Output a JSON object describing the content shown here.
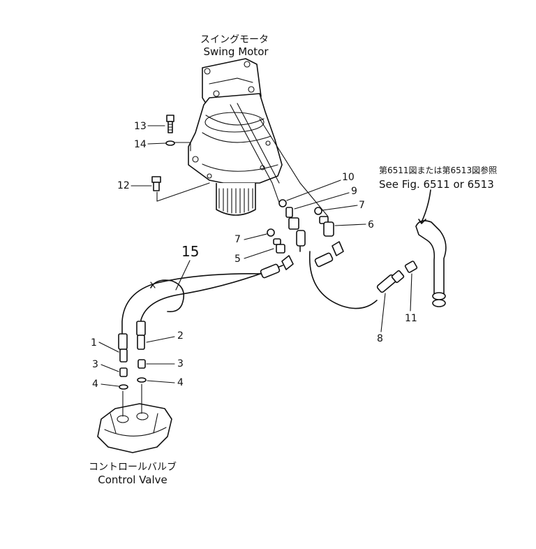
{
  "swing_motor": {
    "label_jp": "スイングモータ",
    "label_en": "Swing Motor"
  },
  "control_valve": {
    "label_jp": "コントロールバルブ",
    "label_en": "Control Valve"
  },
  "reference": {
    "label_jp": "第6511図または第6513図参照",
    "label_en": "See Fig. 6511 or 6513"
  },
  "callouts": [
    "1",
    "2",
    "3",
    "3",
    "4",
    "4",
    "5",
    "6",
    "7",
    "7",
    "8",
    "9",
    "10",
    "11",
    "12",
    "13",
    "14",
    "15"
  ]
}
